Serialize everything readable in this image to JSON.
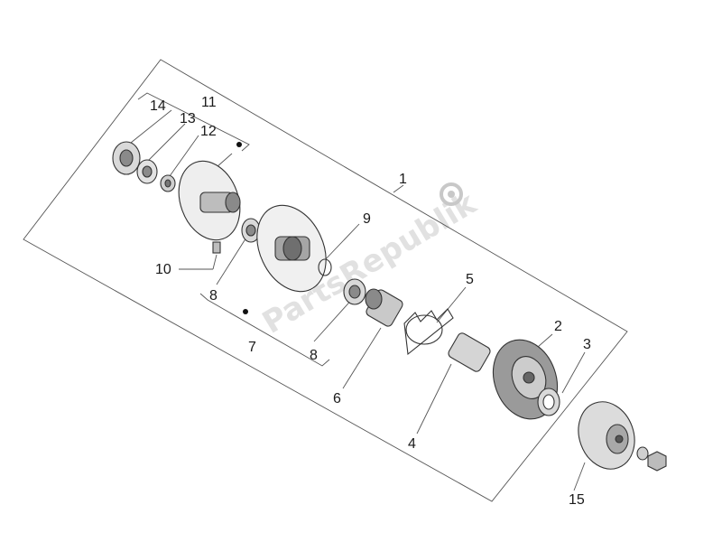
{
  "watermark": {
    "text": "PartsRepublik",
    "icon": "gear-icon"
  },
  "diagram": {
    "title": "",
    "callouts": [
      "1",
      "2",
      "3",
      "4",
      "5",
      "6",
      "7",
      "8",
      "8",
      "9",
      "10",
      "11",
      "12",
      "13",
      "14",
      "15"
    ]
  },
  "colors": {
    "line": "#555555",
    "part_fill": "#d9d9d9",
    "part_dark": "#8a8a8a",
    "text": "#1a1a1a"
  }
}
